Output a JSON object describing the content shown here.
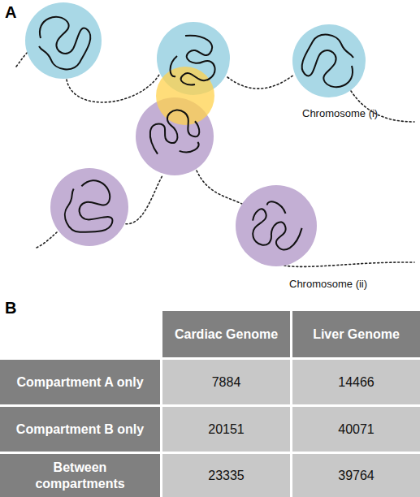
{
  "diagram": {
    "labels": [
      "A",
      "Chromosome (i)",
      "Chromosome (ii)",
      "B",
      "Cardiac Genome",
      "Liver Genome",
      "Compartment A only",
      "7884",
      "14466",
      "Compartment B only",
      "20151",
      "40071",
      "Between compartments",
      "23335",
      "39764"
    ]
  }
}
